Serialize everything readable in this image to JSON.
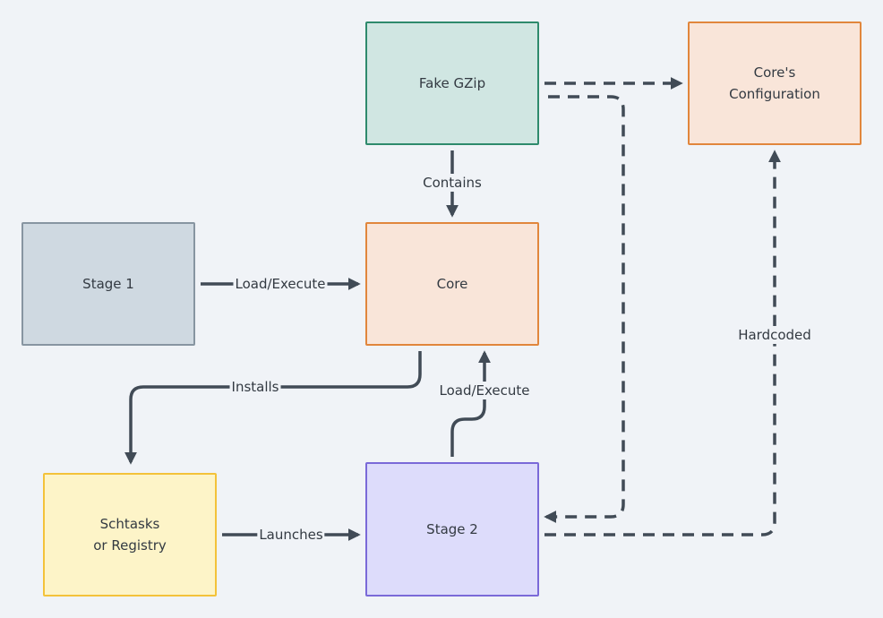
{
  "nodes": {
    "fake_gzip": "Fake GZip",
    "core_config": "Core's\nConfiguration",
    "stage1": "Stage 1",
    "core": "Core",
    "schtasks": "Schtasks\nor Registry",
    "stage2": "Stage 2"
  },
  "edges": {
    "contains": "Contains",
    "load_execute_1": "Load/Execute",
    "installs": "Installs",
    "load_execute_2": "Load/Execute",
    "launches": "Launches",
    "hardcoded": "Hardcoded"
  },
  "colors": {
    "background": "#f0f3f7",
    "arrow": "#414b56",
    "green_fill": "#d0e6e2",
    "green_border": "#2e8a6c",
    "orange_fill": "#f9e5d9",
    "orange_border": "#e1863c",
    "gray_fill": "#cfd9e1",
    "gray_border": "#8795a1",
    "yellow_fill": "#fdf4c8",
    "yellow_border": "#f3c23a",
    "purple_fill": "#dddcfb",
    "purple_border": "#7a69d8"
  }
}
